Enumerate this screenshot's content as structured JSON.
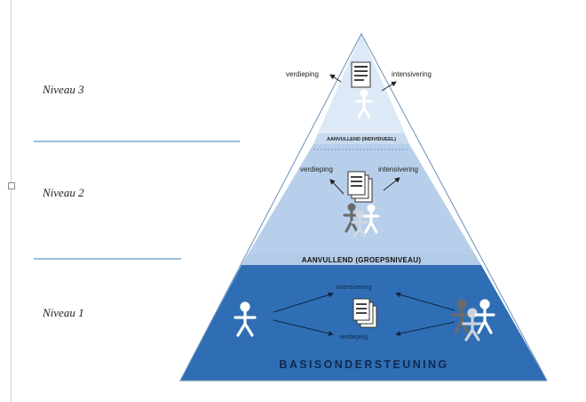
{
  "levels": [
    {
      "label": "Niveau 3"
    },
    {
      "label": "Niveau 2"
    },
    {
      "label": "Niveau 1"
    }
  ],
  "tiers": {
    "top": {
      "band_label": "AANVULLEND (INDIVIDUEEL)",
      "left_arrow": "verdieping",
      "right_arrow": "intensivering"
    },
    "middle": {
      "band_label": "AANVULLEND (GROEPSNIVEAU)",
      "left_arrow": "verdieping",
      "right_arrow": "intensivering"
    },
    "bottom": {
      "band_label": "BASISONDERSTEUNING",
      "top_arrow": "intensivering",
      "bottom_arrow": "verdieping"
    }
  },
  "colors": {
    "top_tier": "#dde9f6",
    "middle_tier": "#b7cfea",
    "bottom_tier": "#2f6eb4",
    "band_top": "#c8daee",
    "band_middle": "#b2cbe7",
    "separator": "#9bbcd8"
  },
  "icons": [
    "document-icon",
    "person-icon",
    "group-icon",
    "arrow-icon"
  ]
}
